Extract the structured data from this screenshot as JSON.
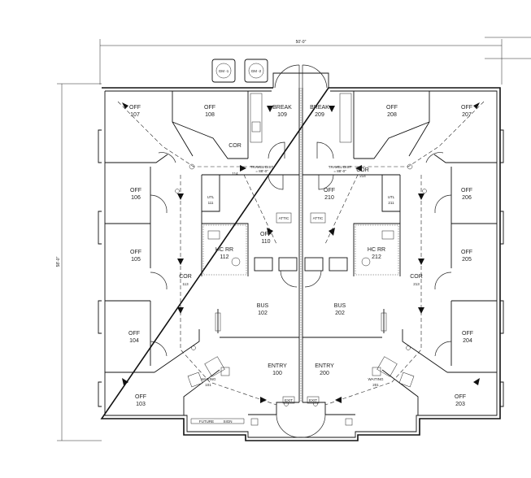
{
  "dimensions": {
    "overall_width": "50'-0\"",
    "overall_depth": "58'-0\""
  },
  "equipment": {
    "gas_meter_1": "GM -1",
    "gas_meter_2": "GM -2"
  },
  "rooms": {
    "off_107": {
      "line1": "OFF",
      "line2": "107"
    },
    "off_108": {
      "line1": "OFF",
      "line2": "108"
    },
    "break_109": {
      "line1": "BREAK",
      "line2": "109"
    },
    "break_209": {
      "line1": "BREAK",
      "line2": "209"
    },
    "off_208": {
      "line1": "OFF",
      "line2": "208"
    },
    "off_207": {
      "line1": "OFF",
      "line2": "207"
    },
    "off_106": {
      "line1": "OFF",
      "line2": "106"
    },
    "off_105": {
      "line1": "OFF",
      "line2": "105"
    },
    "off_104": {
      "line1": "OFF",
      "line2": "104"
    },
    "off_103": {
      "line1": "OFF",
      "line2": "103"
    },
    "off_206": {
      "line1": "OFF",
      "line2": "206"
    },
    "off_205": {
      "line1": "OFF",
      "line2": "205"
    },
    "off_204": {
      "line1": "OFF",
      "line2": "204"
    },
    "off_203": {
      "line1": "OFF",
      "line2": "203"
    },
    "cor_114": {
      "line1": "COR",
      "line2": "114"
    },
    "cor_214": {
      "line1": "COR",
      "line2": "214"
    },
    "cor_113": {
      "line1": "COR",
      "line2": "113"
    },
    "cor_213": {
      "line1": "COR",
      "line2": "213"
    },
    "utl_111": {
      "line1": "UTL",
      "line2": "111"
    },
    "utl_211": {
      "line1": "UTL",
      "line2": "211"
    },
    "off_110": {
      "line1": "OFF",
      "line2": "110"
    },
    "off_210": {
      "line1": "OFF",
      "line2": "210"
    },
    "hc_rr_112": {
      "line1": "HC RR",
      "line2": "112"
    },
    "hc_rr_212": {
      "line1": "HC RR",
      "line2": "212"
    },
    "bus_102": {
      "line1": "BUS",
      "line2": "102"
    },
    "bus_202": {
      "line1": "BUS",
      "line2": "202"
    },
    "entry_100": {
      "line1": "ENTRY",
      "line2": "100"
    },
    "entry_200": {
      "line1": "ENTRY",
      "line2": "200"
    },
    "waiting_101": {
      "line1": "WAITING",
      "line2": "101"
    },
    "waiting_201": {
      "line1": "WAITING",
      "line2": "201"
    }
  },
  "notes": {
    "travel_dist_left": "TRAVEL DIST",
    "travel_dist_left_val": "= 88'-0\"",
    "travel_dist_right": "TRAVEL DIST",
    "travel_dist_right_val": "= 88'-0\"",
    "attic_access_1": "ATTIC",
    "attic_access_2": "ATTIC",
    "exit_left": "EXIT",
    "exit_right": "EXIT",
    "future_sign": "FUTURE",
    "sign": "SIGN"
  }
}
